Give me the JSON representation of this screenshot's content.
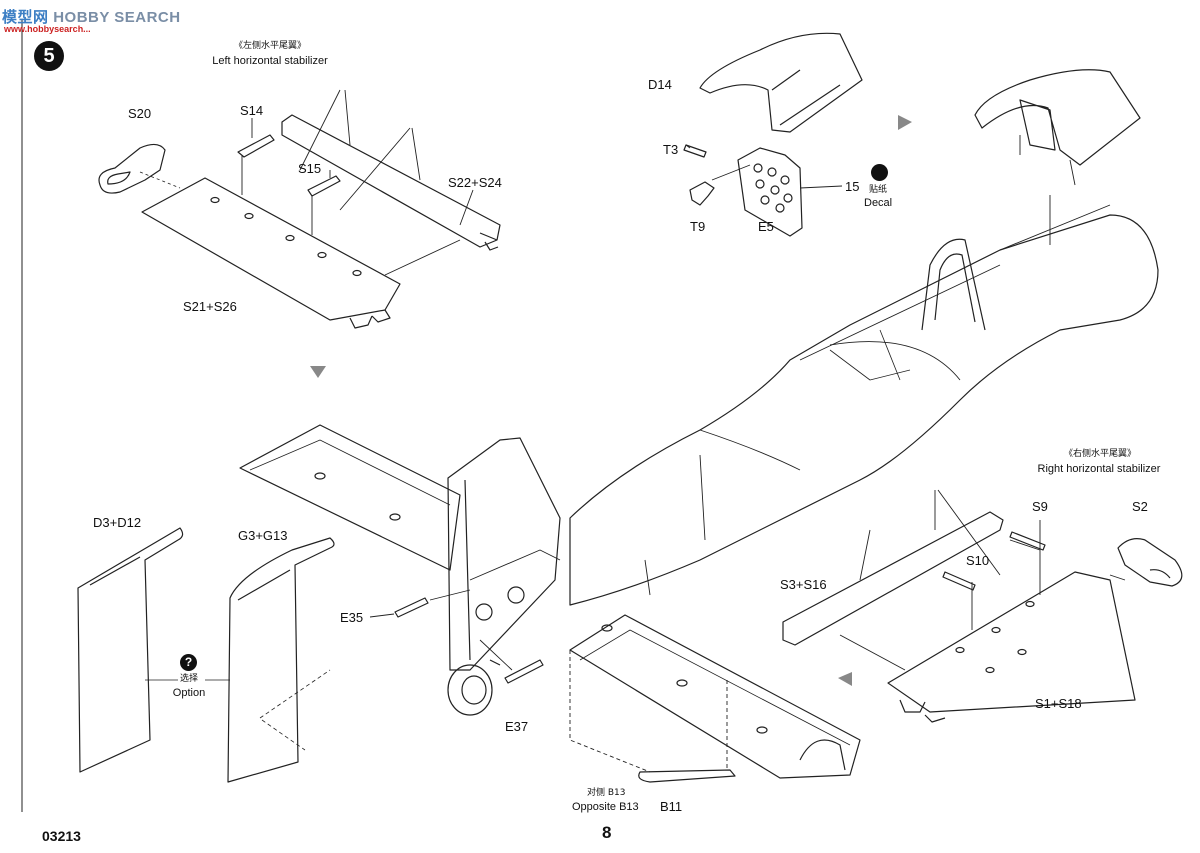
{
  "watermark": {
    "cn": "模型网",
    "en": "HOBBY SEARCH",
    "url": "www.hobbysearch..."
  },
  "step": {
    "number": "5"
  },
  "left_stabilizer": {
    "cn": "《左侧水平尾翼》",
    "en": "Left horizontal stabilizer"
  },
  "right_stabilizer": {
    "cn": "《右侧水平尾翼》",
    "en": "Right horizontal stabilizer"
  },
  "parts": {
    "s20": "S20",
    "s14": "S14",
    "s15": "S15",
    "s22_s24": "S22+S24",
    "s21_s26": "S21+S26",
    "d14": "D14",
    "t3": "T3",
    "t9": "T9",
    "e5": "E5",
    "p15": "15",
    "d3_d12": "D3+D12",
    "g3_g13": "G3+G13",
    "e35": "E35",
    "e37": "E37",
    "s9": "S9",
    "s2": "S2",
    "s10": "S10",
    "s3_s16": "S3+S16",
    "s1_s18": "S1+S18",
    "b11": "B11"
  },
  "decal": {
    "cn": "贴纸",
    "en": "Decal"
  },
  "option": {
    "qmark": "?",
    "cn": "选择",
    "en": "Option"
  },
  "opposite": {
    "cn": "对侧 B13",
    "en": "Opposite B13"
  },
  "footer": {
    "page": "8",
    "code": "03213"
  }
}
